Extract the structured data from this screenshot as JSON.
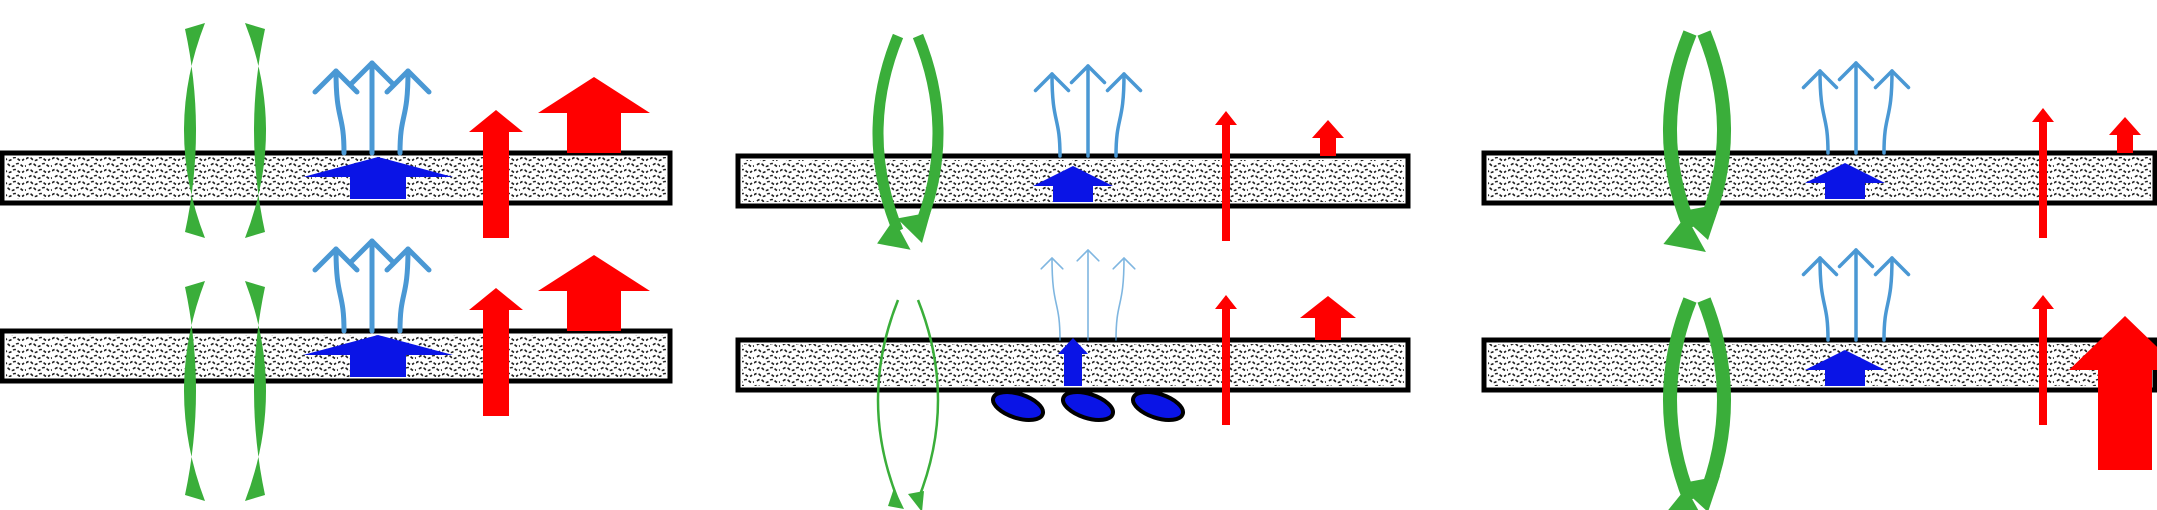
{
  "title": "",
  "colors": {
    "green": "#3aae3a",
    "light_blue": "#4a98d4",
    "blue": "#0a14e6",
    "red": "#ff0000",
    "strip_stroke": "#000000",
    "strip_fill": "#ffffff",
    "pattern": "#222222"
  },
  "panels": [
    {
      "rows": [
        {
          "green_flow": "strong",
          "light_blue_flow": "strong",
          "blue_flow": "large",
          "red_flow": "large",
          "red_block": "large",
          "particles": 0
        },
        {
          "green_flow": "strong",
          "light_blue_flow": "strong",
          "blue_flow": "large",
          "red_flow": "large",
          "red_block": "large",
          "particles": 0
        }
      ]
    },
    {
      "rows": [
        {
          "green_flow": "medium",
          "light_blue_flow": "medium",
          "blue_flow": "medium",
          "red_flow": "thin",
          "red_block": "small",
          "particles": 0
        },
        {
          "green_flow": "weak",
          "light_blue_flow": "weak",
          "blue_flow": "small",
          "red_flow": "thin",
          "red_block": "medium",
          "particles": 3
        }
      ]
    },
    {
      "rows": [
        {
          "green_flow": "strong",
          "light_blue_flow": "medium",
          "blue_flow": "medium",
          "red_flow": "thin",
          "red_block": "small",
          "particles": 0
        },
        {
          "green_flow": "strong",
          "light_blue_flow": "medium",
          "blue_flow": "medium",
          "red_flow": "thin",
          "red_block": "extra-large",
          "particles": 0
        }
      ]
    }
  ]
}
